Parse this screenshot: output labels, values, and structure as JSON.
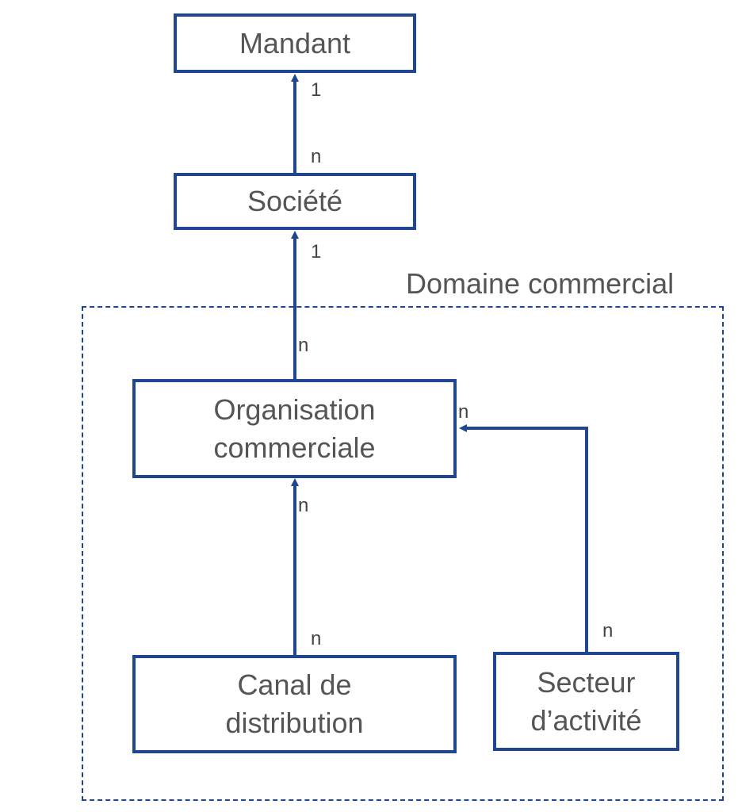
{
  "colors": {
    "line": "#1f4690",
    "text": "#555555",
    "multiplicity": "#444444"
  },
  "domain": {
    "label": "Domaine commercial"
  },
  "entities": {
    "mandant": {
      "label": "Mandant"
    },
    "societe": {
      "label": "Société"
    },
    "organisation": {
      "line1": "Organisation",
      "line2": "commerciale"
    },
    "canal": {
      "line1": "Canal de",
      "line2": "distribution"
    },
    "secteur": {
      "line1": "Secteur",
      "line2": "d’activité"
    }
  },
  "relations": {
    "societe_mandant": {
      "from_mult": "n",
      "to_mult": "1"
    },
    "organisation_societe": {
      "from_mult": "n",
      "to_mult": "1"
    },
    "canal_organisation": {
      "from_mult": "n",
      "to_mult": "n"
    },
    "secteur_organisation": {
      "from_mult": "n",
      "to_mult": "n"
    }
  }
}
